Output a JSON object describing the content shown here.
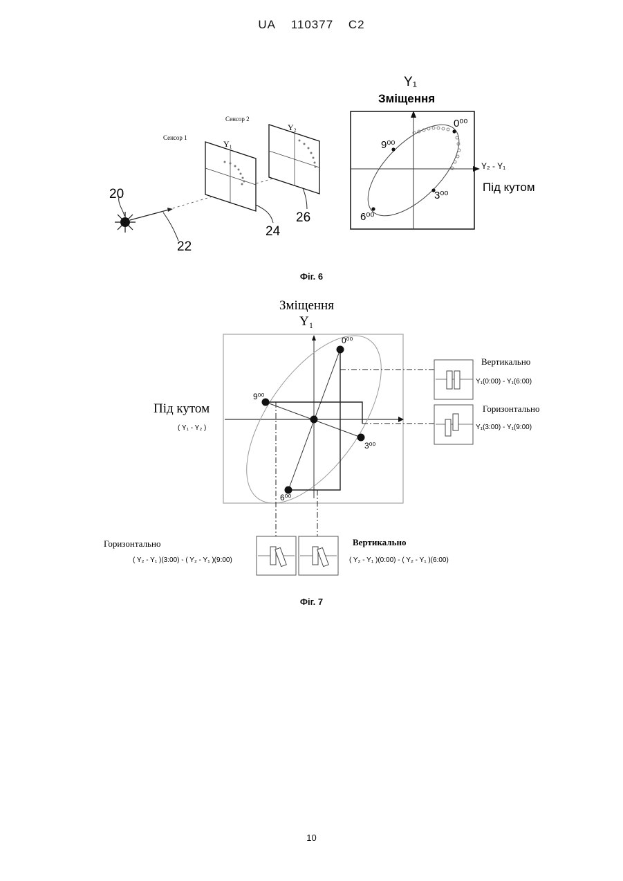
{
  "header": {
    "country": "UA",
    "number": "110377",
    "kind": "C2"
  },
  "fig6": {
    "caption": "Фіг. 6",
    "sensor1": "Сенсор 1",
    "sensor2": "Сенсор 2",
    "panel1_axis": "Y₁",
    "panel2_axis": "Y₂",
    "ref_source": "20",
    "ref_beam": "22",
    "ref_sensor1": "24",
    "ref_sensor2": "26",
    "plot": {
      "y_title": "Y₁",
      "y_subtitle": "Зміщення",
      "x_title": "Y₂ - Y₁",
      "x_subtitle": "Під кутом",
      "points": [
        "0⁰⁰",
        "3⁰⁰",
        "6⁰⁰",
        "9⁰⁰"
      ]
    }
  },
  "fig7": {
    "caption": "Фіг. 7",
    "y_subtitle": "Зміщення",
    "y_title": "Y₁",
    "x_title": "Під кутом",
    "x_formula": "( Y₁ - Y₂ )",
    "points": [
      "0⁰⁰",
      "3⁰⁰",
      "6⁰⁰",
      "9⁰⁰"
    ],
    "right_top_label": "Вертикально",
    "right_top_formula": "Y₁(0:00) - Y₁(6:00)",
    "right_bottom_label": "Горизонтально",
    "right_bottom_formula": "Y₁(3:00) - Y₁(9:00)",
    "bottom_left_label": "Горизонтально",
    "bottom_left_formula": "( Y₂ - Y₁ )(3:00) - ( Y₂ - Y₁ )(9:00)",
    "bottom_right_label": "Вертикально",
    "bottom_right_formula": "( Y₂ - Y₁ )(0:00) - ( Y₂ - Y₁ )(6:00)"
  },
  "page_number": "10"
}
